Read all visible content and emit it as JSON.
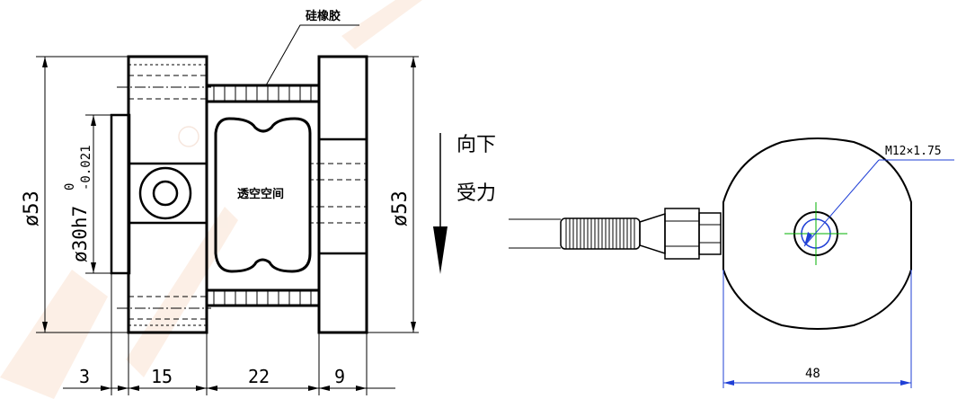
{
  "labels": {
    "material": "硅橡胶",
    "hollow_space": "透空空间",
    "force_direction_line1": "向下",
    "force_direction_line2": "受力",
    "thread_spec": "M12×1.75"
  },
  "dimensions": {
    "left_outer_diameter": "ø53",
    "right_outer_diameter": "ø53",
    "spigot_diameter_main": "ø30h7",
    "spigot_tol_upper": "0",
    "spigot_tol_lower": "-0.021",
    "length_3": "3",
    "length_15": "15",
    "length_22": "22",
    "length_9": "9",
    "width_48": "48"
  },
  "colors": {
    "line": "#000000",
    "dimension_blue": "#1f3fd6",
    "centerline_green": "#00b000",
    "watermark": "#f3c9a8"
  }
}
